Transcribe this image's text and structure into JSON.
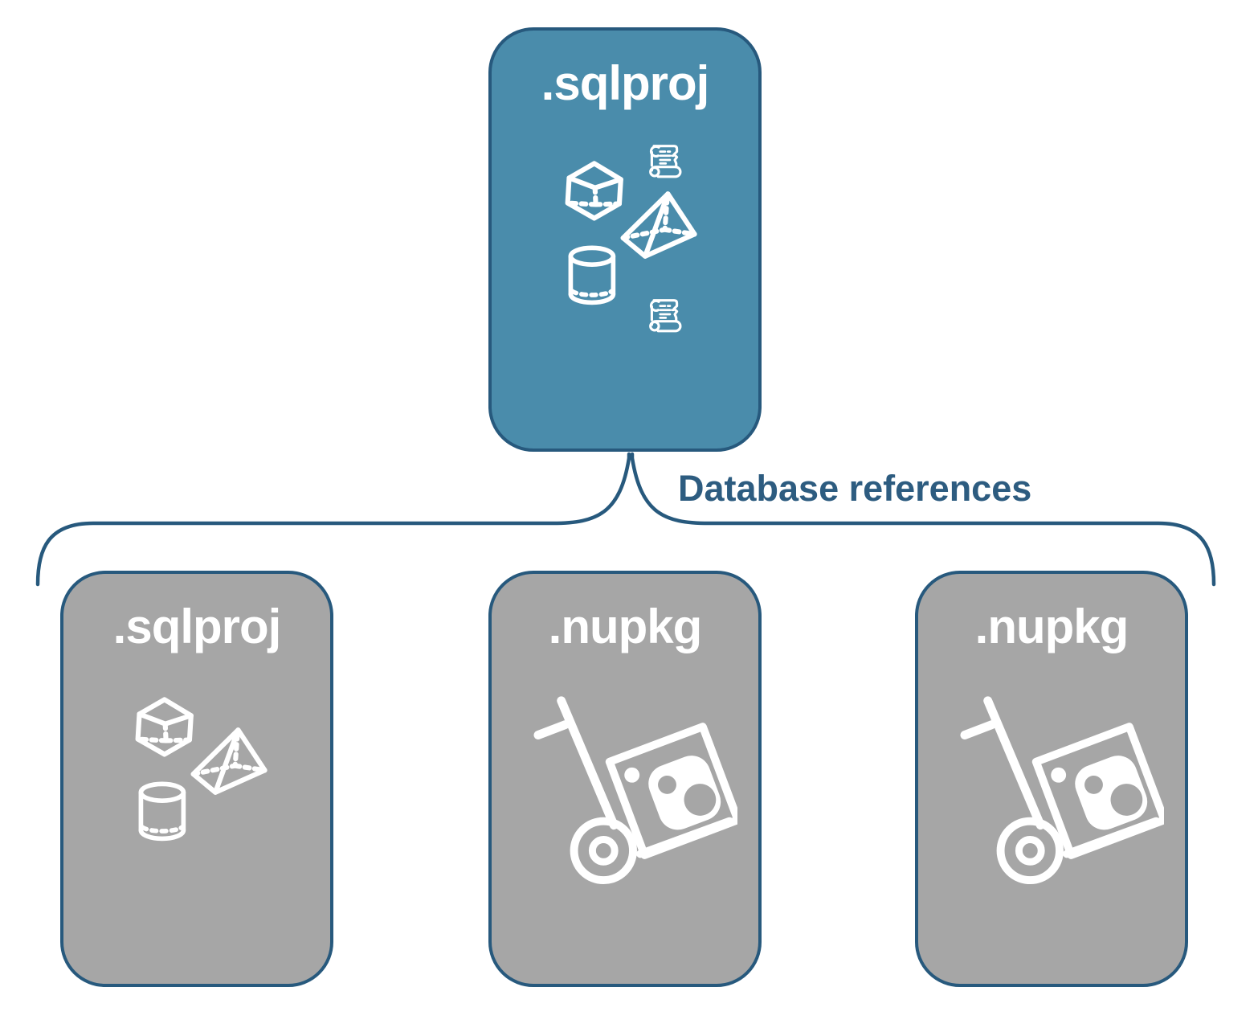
{
  "diagram": {
    "root": {
      "label": ".sqlproj",
      "icons": [
        "script-scroll-icon",
        "cube-icon",
        "pyramid-icon",
        "cylinder-icon",
        "script-scroll-icon"
      ]
    },
    "connector_label": "Database references",
    "children": [
      {
        "label": ".sqlproj",
        "icons": [
          "cube-icon",
          "pyramid-icon",
          "cylinder-icon"
        ]
      },
      {
        "label": ".nupkg",
        "icons": [
          "handtruck-icon",
          "nuget-package-icon"
        ]
      },
      {
        "label": ".nupkg",
        "icons": [
          "handtruck-icon",
          "nuget-package-icon"
        ]
      }
    ],
    "colors": {
      "root_fill": "#4a8cab",
      "child_fill": "#a6a6a6",
      "outline": "#27597d",
      "connector": "#27597d",
      "label_text": "#2d5c80",
      "title_text": "#ffffff",
      "icon_stroke": "#ffffff"
    }
  }
}
